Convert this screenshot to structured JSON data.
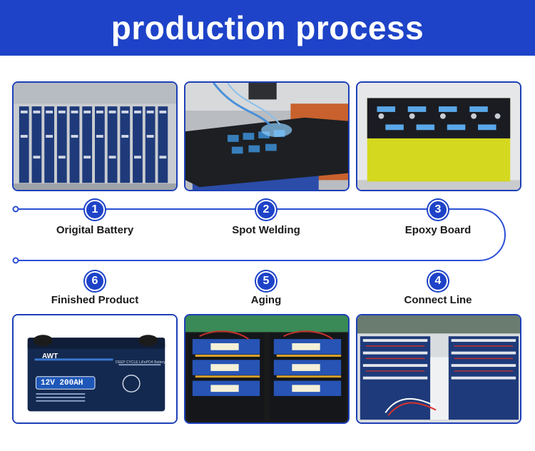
{
  "header": {
    "title": "production process"
  },
  "colors": {
    "brand_blue": "#1e43c8",
    "line_blue": "#2b4fd6"
  },
  "steps": [
    {
      "number": "1",
      "label": "Origital Battery"
    },
    {
      "number": "2",
      "label": "Spot Welding"
    },
    {
      "number": "3",
      "label": "Epoxy Board"
    },
    {
      "number": "4",
      "label": "Connect Line"
    },
    {
      "number": "5",
      "label": "Aging"
    },
    {
      "number": "6",
      "label": "Finished Product"
    }
  ],
  "product": {
    "brand": "AWT",
    "voltage_capacity": "12V 200AH",
    "subtitle": "DEEP CYCLE LiFePO4 Battery"
  }
}
